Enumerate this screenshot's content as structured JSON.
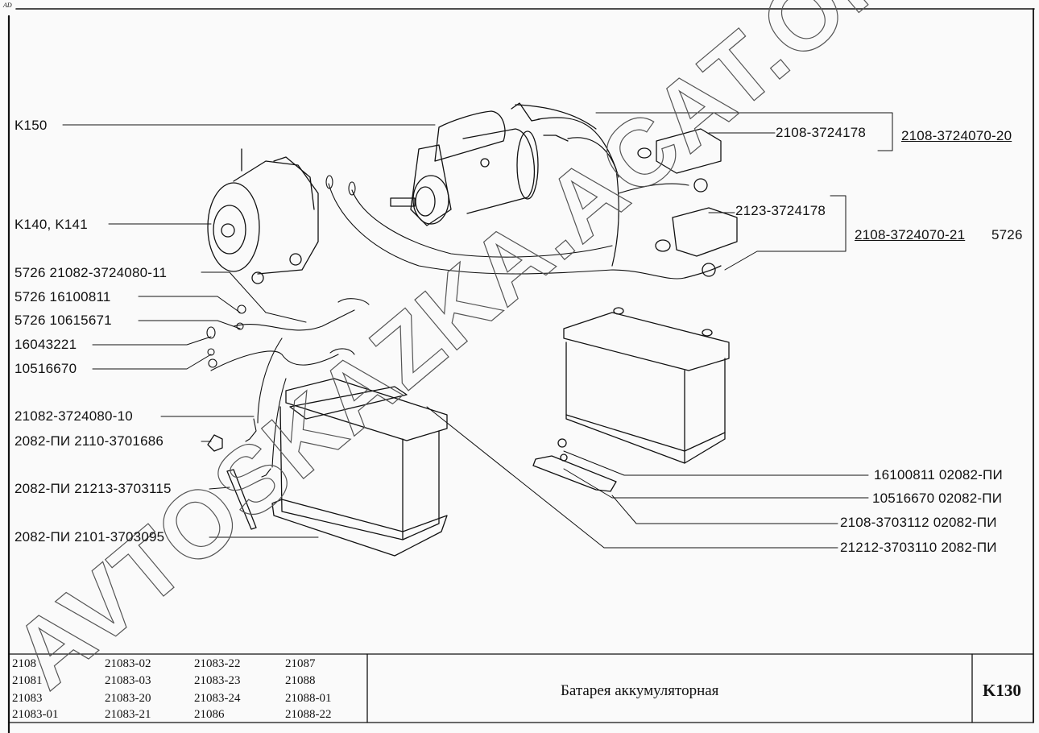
{
  "corner_mark": "AD",
  "callouts": {
    "left": [
      {
        "id": "k150",
        "text": "K150"
      },
      {
        "id": "k140-k141",
        "text": "K140, K141"
      },
      {
        "id": "cable-11",
        "text": "5726  21082-3724080-11"
      },
      {
        "id": "nut-16100811",
        "text": "5726  16100811"
      },
      {
        "id": "washer-10615671",
        "text": "5726  10615671"
      },
      {
        "id": "bolt-16043221",
        "text": "16043221"
      },
      {
        "id": "washer-10516670",
        "text": "10516670"
      },
      {
        "id": "cable-10",
        "text": "21082-3724080-10"
      },
      {
        "id": "nut-2110-3701686",
        "text": "2082-ПИ  2110-3701686"
      },
      {
        "id": "rod-21213-3703115",
        "text": "2082-ПИ  21213-3703115"
      },
      {
        "id": "tray-2101-3703095",
        "text": "2082-ПИ  2101-3703095"
      }
    ],
    "right": [
      {
        "id": "cover-2108-3724178",
        "text": "2108-3724178"
      },
      {
        "id": "assy-2108-3724070-20",
        "text": "2108-3724070-20"
      },
      {
        "id": "cover-2123-3724178",
        "text": "2123-3724178"
      },
      {
        "id": "assy-2108-3724070-21",
        "text": "2108-3724070-21"
      },
      {
        "id": "assy-21-suffix",
        "text": "5726"
      },
      {
        "id": "nut-16100811-r",
        "text": "16100811  02082-ПИ"
      },
      {
        "id": "washer-10516670-r",
        "text": "10516670  02082-ПИ"
      },
      {
        "id": "clamp-2108-3703112",
        "text": "2108-3703112  02082-ПИ"
      },
      {
        "id": "bracket-21212-3703110",
        "text": "21212-3703110  2082-ПИ"
      }
    ]
  },
  "title_block": {
    "models": [
      [
        "2108",
        "21083-02",
        "21083-22",
        "21087"
      ],
      [
        "21081",
        "21083-03",
        "21083-23",
        "21088"
      ],
      [
        "21083",
        "21083-20",
        "21083-24",
        "21088-01"
      ],
      [
        "21083-01",
        "21083-21",
        "21086",
        "21088-22"
      ]
    ],
    "title": "Батарея аккумуляторная",
    "sheet": "K130"
  },
  "watermark": "AVTOSKAZKA.ACAT.ONLINE",
  "colors": {
    "ink": "#111111",
    "paper": "#fafafa",
    "watermark": "#555555"
  }
}
